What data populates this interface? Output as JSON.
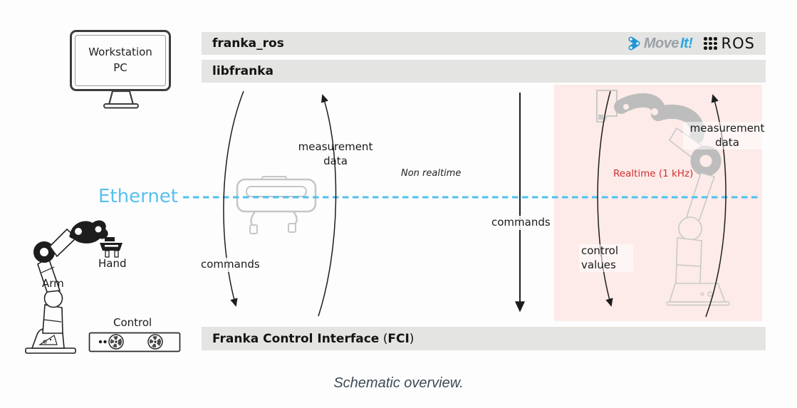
{
  "workstation": {
    "line1": "Workstation",
    "line2": "PC"
  },
  "layers": {
    "top": "franka_ros",
    "middle": "libfranka",
    "bottom_name": "Franka Control Interface",
    "bottom_open_paren": " (",
    "bottom_abbr": "FCI",
    "bottom_close_paren": ")"
  },
  "logos": {
    "moveit_move": "Move",
    "moveit_it": "It!",
    "ros": "ROS"
  },
  "network": {
    "label": "Ethernet"
  },
  "annotations": {
    "left_commands": "commands",
    "left_measurement": "measurement data",
    "non_realtime": "Non realtime",
    "middle_commands": "commands",
    "realtime": "Realtime (1 kHz)",
    "control_values": "control values",
    "right_measurement": "measurement data"
  },
  "hardware": {
    "arm": "Arm",
    "hand": "Hand",
    "control": "Control"
  },
  "caption": "Schematic overview.",
  "colors": {
    "layer_bar_bg": "#e4e4e2",
    "realtime_region_bg": "#fcebe8",
    "ethernet_blue": "#58bff1",
    "realtime_red": "#d02f2f",
    "moveit_gray": "#9aa1a8",
    "moveit_blue": "#2ba8e0",
    "caption_gray": "#3d4a55"
  }
}
